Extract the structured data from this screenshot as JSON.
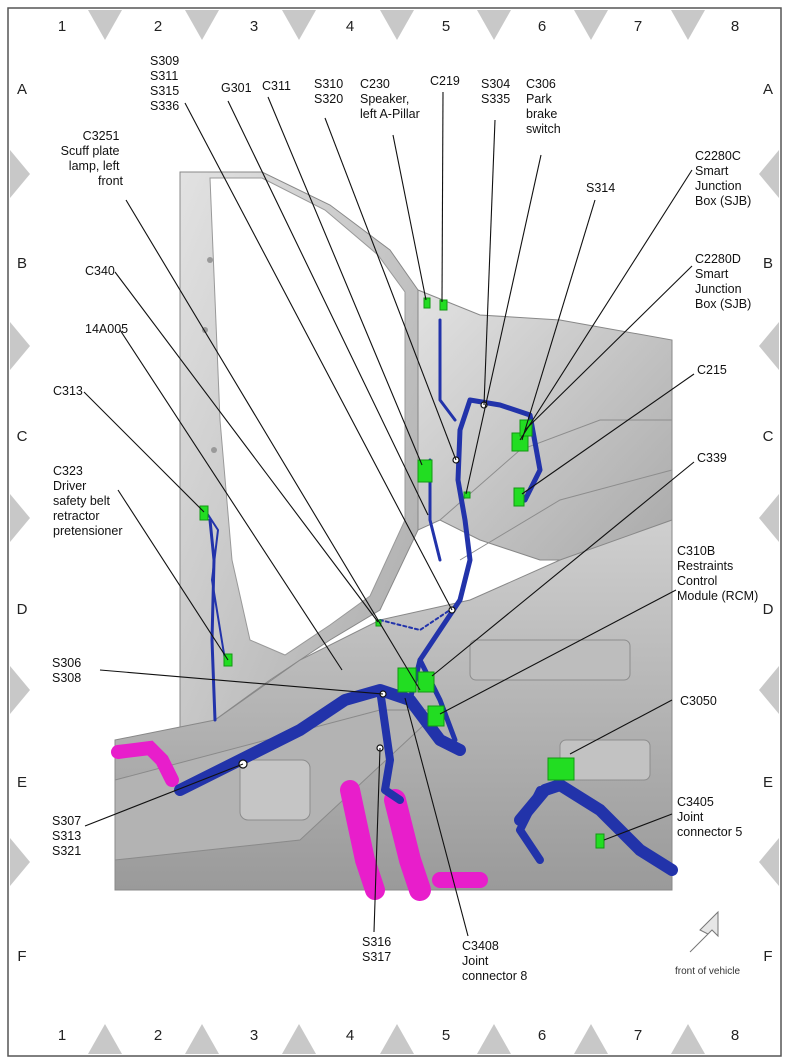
{
  "grid": {
    "columns": [
      "1",
      "2",
      "3",
      "4",
      "5",
      "6",
      "7",
      "8"
    ],
    "rows": [
      "A",
      "B",
      "C",
      "D",
      "E",
      "F"
    ]
  },
  "labels": [
    {
      "id": "s309",
      "lines": [
        "S309",
        "S311",
        "S315",
        "S336"
      ]
    },
    {
      "id": "g301",
      "lines": [
        "G301"
      ]
    },
    {
      "id": "c311",
      "lines": [
        "C311"
      ]
    },
    {
      "id": "s310",
      "lines": [
        "S310",
        "S320"
      ]
    },
    {
      "id": "c230",
      "lines": [
        "C230",
        "Speaker,",
        "left A-Pillar"
      ]
    },
    {
      "id": "c219",
      "lines": [
        "C219"
      ]
    },
    {
      "id": "s304",
      "lines": [
        "S304",
        "S335"
      ]
    },
    {
      "id": "c306",
      "lines": [
        "C306",
        "Park",
        "brake",
        "switch"
      ]
    },
    {
      "id": "c3251",
      "lines": [
        "C3251",
        "Scuff plate",
        "lamp, left",
        "front"
      ]
    },
    {
      "id": "s314",
      "lines": [
        "S314"
      ]
    },
    {
      "id": "c2280c",
      "lines": [
        "C2280C",
        "Smart",
        "Junction",
        "Box (SJB)"
      ]
    },
    {
      "id": "c2280d",
      "lines": [
        "C2280D",
        "Smart",
        "Junction",
        "Box (SJB)"
      ]
    },
    {
      "id": "c340",
      "lines": [
        "C340"
      ]
    },
    {
      "id": "14a005",
      "lines": [
        "14A005"
      ]
    },
    {
      "id": "c215",
      "lines": [
        "C215"
      ]
    },
    {
      "id": "c313",
      "lines": [
        "C313"
      ]
    },
    {
      "id": "c323",
      "lines": [
        "C323",
        "Driver",
        "safety belt",
        "retractor",
        "pretensioner"
      ]
    },
    {
      "id": "c339",
      "lines": [
        "C339"
      ]
    },
    {
      "id": "c310b",
      "lines": [
        "C310B",
        "Restraints",
        "Control",
        "Module (RCM)"
      ]
    },
    {
      "id": "s306",
      "lines": [
        "S306",
        "S308"
      ]
    },
    {
      "id": "c3050",
      "lines": [
        "C3050"
      ]
    },
    {
      "id": "s307",
      "lines": [
        "S307",
        "S313",
        "S321"
      ]
    },
    {
      "id": "c3405",
      "lines": [
        "C3405",
        "Joint",
        "connector 5"
      ]
    },
    {
      "id": "s316",
      "lines": [
        "S316",
        "S317"
      ]
    },
    {
      "id": "c3408",
      "lines": [
        "C3408",
        "Joint",
        "connector 8"
      ]
    }
  ],
  "direction_note": "front of vehicle",
  "colors": {
    "harness": "#2233aa",
    "connector": "#22dd22",
    "pink_harness": "#e81ecb",
    "body": "#c8c8c8",
    "triangle": "#c8c8c8"
  }
}
